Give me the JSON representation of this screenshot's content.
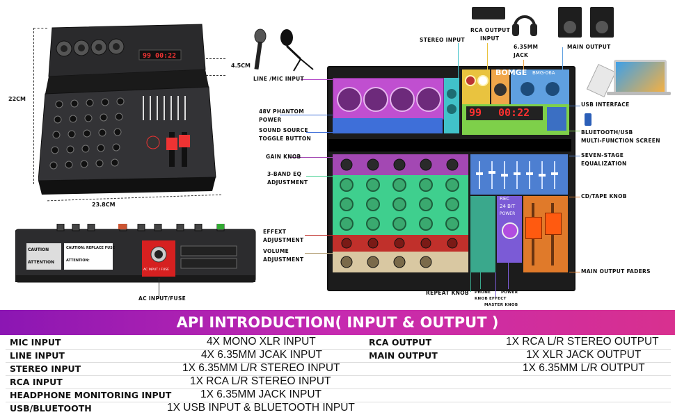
{
  "dimensions": {
    "height": "22CM",
    "depth": "4.5CM",
    "width": "23.8CM"
  },
  "mixer": {
    "brand": "BOMGE",
    "model": "BMG-06A",
    "display": "99",
    "clock": "00:22",
    "rec_label": "REC",
    "bit_label": "24 BIT",
    "power_label": "POWER"
  },
  "rear_panel": {
    "caution_title": "CAUTION",
    "attention_title": "ATTENTION",
    "caution_title_2": "CAUTION: REPLACE FUSE",
    "attention_title_2": "ATTENTION:",
    "ac_label": "AC INPUT / FUSE"
  },
  "callouts": {
    "ac_input": "AC INPUT/FUSE",
    "line_mic": "LINE /MIC INPUT",
    "phantom": [
      "48V PHANTOM",
      "POWER"
    ],
    "sound_source": [
      "SOUND SOURCE",
      "TOGGLE BUTTON"
    ],
    "gain": "GAIN KNOB",
    "eq": [
      "3-BAND EQ",
      "ADJUSTMENT"
    ],
    "effect": [
      "EFFEXT",
      "ADJUSTMENT"
    ],
    "volume": [
      "VOLUME",
      "ADJUSTMENT"
    ],
    "repeat": "REPEAT KNOB",
    "phone_knob": [
      "PHONE",
      "KNOB"
    ],
    "effect_master": [
      "EFFECT",
      "MASTER KNOB"
    ],
    "power": "POWER",
    "stereo_input": "STEREO INPUT",
    "rca_output": [
      "RCA OUTPUT",
      "INPUT"
    ],
    "jack": [
      "6.35MM",
      "JACK"
    ],
    "main_output": "MAIN OUTPUT",
    "usb_interface": "USB INTERFACE",
    "bluetooth": [
      "BLUETOOTH/USB",
      "MULTI-FUNCTION SCREEN"
    ],
    "seven_stage": [
      "SEVEN-STAGE",
      "EQUALIZATION"
    ],
    "cd_tape": "CD/TAPE KNOB",
    "main_faders": "MAIN OUTPUT FADERS"
  },
  "banner": {
    "title": "API INTRODUCTION( INPUT & OUTPUT )"
  },
  "specs_left": [
    {
      "name": "MIC INPUT",
      "value": "4X MONO XLR INPUT"
    },
    {
      "name": "LINE INPUT",
      "value": "4X 6.35MM JCAK INPUT"
    },
    {
      "name": "STEREO INPUT",
      "value": "1X 6.35MM L/R STEREO INPUT"
    },
    {
      "name": "RCA INPUT",
      "value": "1X RCA L/R STEREO INPUT"
    },
    {
      "name": "HEADPHONE MONITORING INPUT",
      "value": "1X 6.35MM JACK INPUT"
    },
    {
      "name": "USB/BLUETOOTH",
      "value": "1X USB INPUT & BLUETOOTH INPUT"
    }
  ],
  "specs_right": [
    {
      "name": "RCA OUTPUT",
      "value": "1X RCA L/R STEREO OUTPUT"
    },
    {
      "name": "MAIN OUTPUT",
      "value": "1X XLR JACK OUTPUT"
    },
    {
      "name": "",
      "value": "1X 6.35MM L/R OUTPUT"
    }
  ],
  "colors": {
    "banner_start": "#8b16b3",
    "banner_end": "#d8308f",
    "mic_zone": "#c04fd0",
    "eq_zone": "#2fbf7a",
    "display_zone": "#7ed04a",
    "output_zone": "#5fa0e0",
    "fader_zone": "#e07a2a"
  }
}
